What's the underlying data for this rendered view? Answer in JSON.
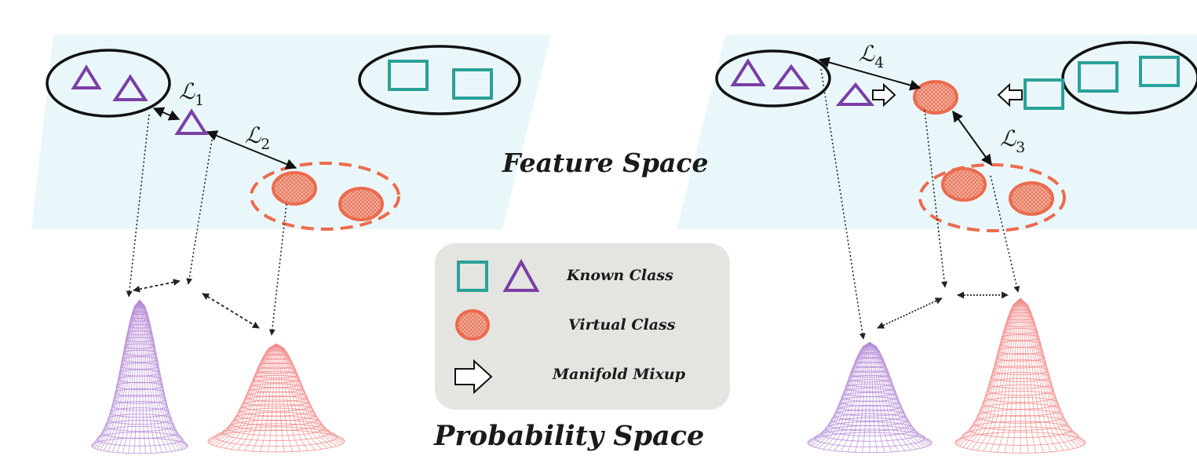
{
  "titles": {
    "feature_space": "Feature Space",
    "probability_space": "Probability Space"
  },
  "legend": {
    "known_class": "Known Class",
    "virtual_class": "Virtual Class",
    "manifold_mixup": "Manifold Mixup"
  },
  "losses": {
    "l1": {
      "symbol": "ℒ",
      "index": "1"
    },
    "l2": {
      "symbol": "ℒ",
      "index": "2"
    },
    "l3": {
      "symbol": "ℒ",
      "index": "3"
    },
    "l4": {
      "symbol": "ℒ",
      "index": "4"
    }
  },
  "colors": {
    "feature_plane": "#eaf7fa",
    "known_triangle": "#7b3fa6",
    "known_square": "#2aa198",
    "virtual_circle": "#ec6b4e",
    "virtual_fill": "#f3a58f",
    "legend_bg": "#e4e4e1",
    "purple_distribution": "#b48ad6",
    "red_distribution": "#f08a88"
  },
  "icons": [
    "triangle-icon",
    "square-icon",
    "hatched-circle-icon",
    "hollow-arrow-icon"
  ]
}
